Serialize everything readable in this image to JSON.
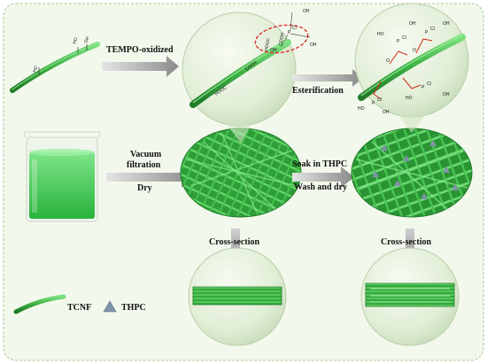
{
  "labels": {
    "tempo": "TEMPO-oxidized",
    "esterification": "Esterification",
    "vacuum": "Vacuum",
    "filtration": "filtration",
    "dry": "Dry",
    "soak": "Soak in THPC",
    "wash": "Wash and dry",
    "cross1": "Cross-section",
    "cross2": "Cross-section",
    "legend_tcnf": "TCNF",
    "legend_thpc": "THPC"
  },
  "chem": {
    "ho": "HO",
    "oh": "OH",
    "hooc": "HOOC",
    "cooh": "COOH",
    "p": "P",
    "cl": "Cl",
    "o": "O"
  },
  "colors": {
    "fiber": "#3cb043",
    "fiber_dark": "#1f7a26",
    "liquid": "#38c94a",
    "arrow": "#8a8a8a",
    "sphere": "#dceccf",
    "panel": "#f2f8ec",
    "ring": "#e03030",
    "ester": "#d42a1a",
    "thpc": "#7f93a6"
  }
}
